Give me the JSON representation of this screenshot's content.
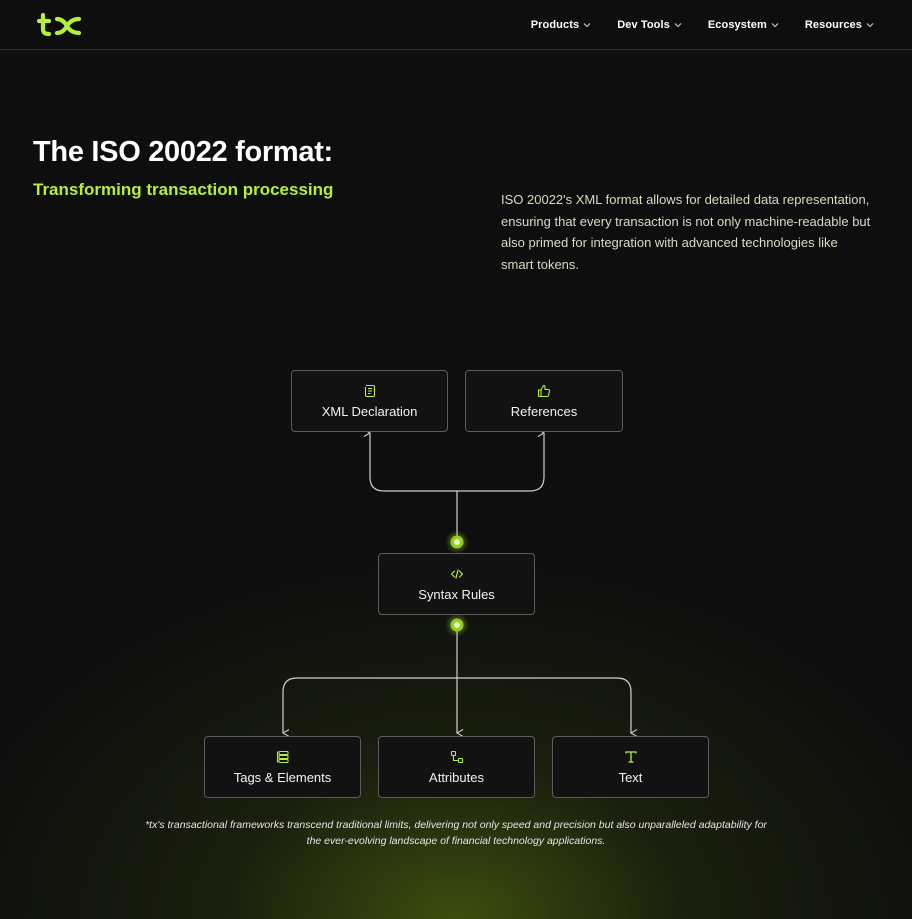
{
  "nav": {
    "logo_text": "tx",
    "items": [
      {
        "label": "Products"
      },
      {
        "label": "Dev Tools"
      },
      {
        "label": "Ecosystem"
      },
      {
        "label": "Resources"
      }
    ]
  },
  "hero": {
    "title": "The ISO 20022 format:",
    "subtitle": "Transforming transaction processing",
    "description": "ISO 20022's XML format allows for detailed data representation, ensuring that every transaction is not only machine-readable but also primed for integration with advanced technologies like smart tokens."
  },
  "diagram": {
    "top": [
      {
        "label": "XML Declaration",
        "icon": "document-icon"
      },
      {
        "label": "References",
        "icon": "thumbs-up-icon"
      }
    ],
    "center": {
      "label": "Syntax Rules",
      "icon": "code-icon"
    },
    "bottom": [
      {
        "label": "Tags & Elements",
        "icon": "layers-icon"
      },
      {
        "label": "Attributes",
        "icon": "nodes-icon"
      },
      {
        "label": "Text",
        "icon": "text-icon"
      }
    ]
  },
  "footnote": "*tx's transactional frameworks transcend traditional limits, delivering not only speed and precision but also unparalleled adaptability for the ever-evolving landscape of financial technology applications.",
  "colors": {
    "accent": "#b5ef3a",
    "background": "#0e0e0e",
    "border": "#5c5c5c"
  }
}
